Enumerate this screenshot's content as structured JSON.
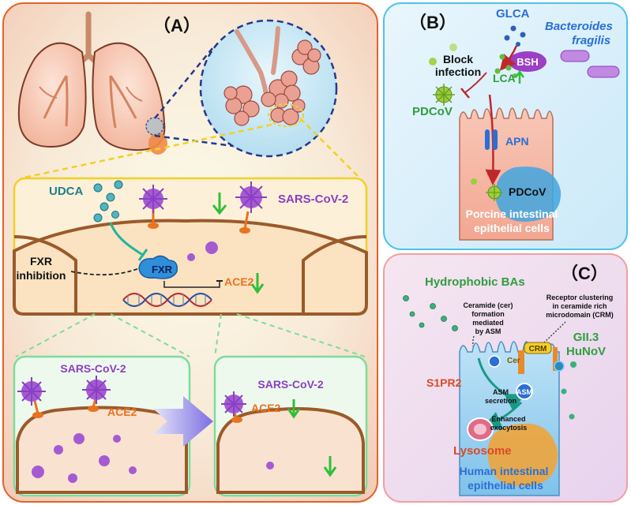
{
  "panels": {
    "a": {
      "label": "（A）",
      "top_box": {
        "udca": "UDCA",
        "virus": "SARS-CoV-2",
        "fxr_line1": "FXR",
        "fxr_line2": "inhibition",
        "fxr_receptor": "FXR",
        "ace2": "ACE2"
      },
      "bottom_left": {
        "virus": "SARS-CoV-2",
        "ace2": "ACE2"
      },
      "bottom_right": {
        "virus": "SARS-CoV-2",
        "ace2": "ACE2"
      }
    },
    "b": {
      "label": "（B）",
      "glca": "GLCA",
      "bacteria_line1": "Bacteroides",
      "bacteria_line2": "fragilis",
      "bsh": "BSH",
      "block_line1": "Block",
      "block_line2": "infection",
      "lca": "LCA",
      "pdcov_outside": "PDCoV",
      "apn": "APN",
      "pdcov_inside": "PDCoV",
      "cell_line1": "Porcine intestinal",
      "cell_line2": "epithelial cells"
    },
    "c": {
      "label": "（C）",
      "hydrophobic_bas": "Hydrophobic BAs",
      "ceramide_lines": [
        "Ceramide (cer)",
        "formation",
        "mediated",
        "by ASM"
      ],
      "receptor_lines": [
        "Receptor clustering",
        "in ceramide rich",
        "microdomain (CRM)"
      ],
      "gii3_line1": "GII.3",
      "gii3_line2": "HuNoV",
      "s1pr2": "S1PR2",
      "cer": "Cer",
      "crm": "CRM",
      "asm": "ASM",
      "asm_secretion_line1": "ASM",
      "asm_secretion_line2": "secretion",
      "exocytosis_line1": "Enhanced",
      "exocytosis_line2": "exocytosis",
      "lysosome": "Lysosome",
      "cell_line1": "Human intestinal",
      "cell_line2": "epithelial cells"
    }
  },
  "colors": {
    "panel_a_border": "#e0632b",
    "panel_b_border": "#4fc3e8",
    "panel_c_border": "#f0a0a0",
    "top_box_border": "#f2d027",
    "bottom_box_border": "#7ddc9b",
    "virus": "#8a3fc4",
    "ace2": "#e8731f",
    "green_text": "#2f9e3f",
    "blue_text": "#2a6fd6",
    "fxr": "#2f8fd8"
  }
}
